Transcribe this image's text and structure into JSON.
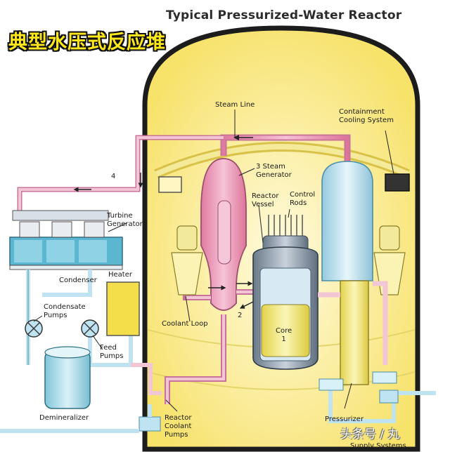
{
  "header": {
    "title_en": "Typical Pressurized-Water Reactor",
    "title_cn": "典型水压式反应堆"
  },
  "labels": {
    "steam_line": "Steam Line",
    "containment_cooling": "Containment\nCooling System",
    "steam_generator": "3 Steam\nGenerator",
    "reactor_vessel": "Reactor\nVessel",
    "control_rods": "Control\nRods",
    "turbine_generator": "Turbine\nGenerator",
    "condenser": "Condenser",
    "heater": "Heater",
    "condensate_pumps": "Condensate\nPumps",
    "feed_pumps": "Feed\nPumps",
    "coolant_loop": "Coolant Loop",
    "core": "Core\n1",
    "demineralizer": "Demineralizer",
    "reactor_coolant_pumps": "Reactor\nCoolant\nPumps",
    "pressurizer": "Pressurizer",
    "supply_systems": "Supply Systems",
    "marker_4": "4",
    "marker_2": "2"
  },
  "watermark": "头条号 / 丸",
  "colors": {
    "containment_fill": "#fbec88",
    "primary_loop": "#e8a0bb",
    "secondary_loop": "#f3c6d6",
    "vessel": "#aab6c4",
    "pressurizer": "#f4ee8e",
    "tank_blue": "#bfe3f0"
  }
}
